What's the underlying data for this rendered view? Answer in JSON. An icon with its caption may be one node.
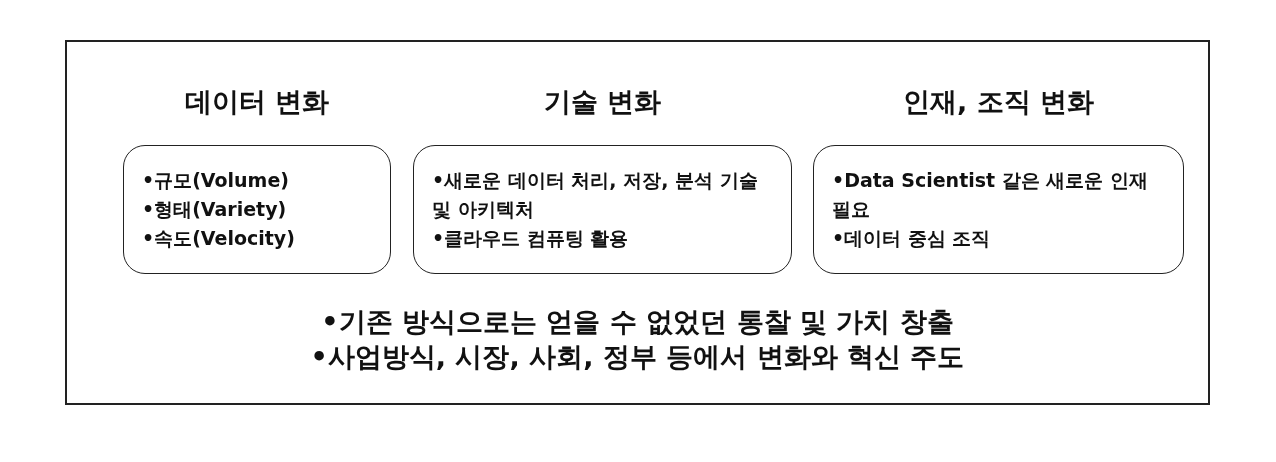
{
  "diagram": {
    "nodes": [
      {
        "text": [
          "•기존 방식으로는 얻을 수 없었던 통찰 및 가치 창출",
          "•사업방식, 시장, 사회, 정부 등에서 변화와 혁신 주도"
        ]
      },
      {
        "text": [
          "데이터 변화",
          "•규모(Volume)",
          "•형태(Variety)",
          "•속도(Velocity)"
        ],
        "in": 0
      },
      {
        "text": [
          "기술 변화",
          "•새로운 데이터 처리, 저장, 분석 기술 및 아키텍처",
          "•클라우드 컴퓨팅 활용"
        ],
        "in": 0
      },
      {
        "text": [
          "인재, 조직 변화",
          "•Data Scientist 같은 새로운 인재 필요",
          "•데이터 중심 조직"
        ],
        "in": 0
      }
    ],
    "edges": []
  }
}
